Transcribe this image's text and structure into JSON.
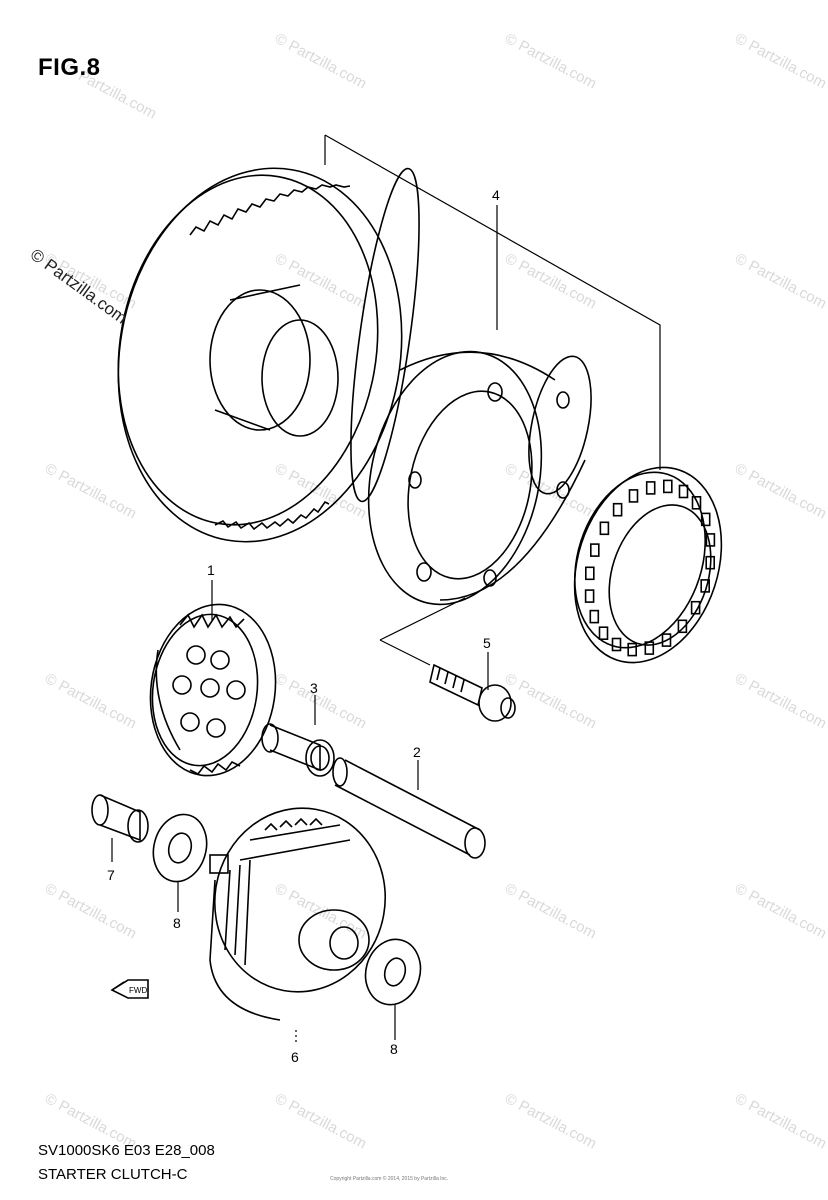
{
  "figure": {
    "title": "FIG.8",
    "model_code": "SV1000SK6 E03 E28_008",
    "subtitle": "STARTER CLUTCH-C",
    "watermark_corner": "© Partzilla.com",
    "watermark_text": "© Partzilla.com",
    "copyright_small": "Copyright Partzilla.com © 2014, 2015 by Partzilla Inc."
  },
  "callouts": [
    {
      "id": "4",
      "label": "4"
    },
    {
      "id": "1",
      "label": "1"
    },
    {
      "id": "5",
      "label": "5"
    },
    {
      "id": "3",
      "label": "3"
    },
    {
      "id": "2",
      "label": "2"
    },
    {
      "id": "7",
      "label": "7"
    },
    {
      "id": "8a",
      "label": "8"
    },
    {
      "id": "6",
      "label": "6"
    },
    {
      "id": "8b",
      "label": "8"
    }
  ],
  "direction_arrow": {
    "label": "FWD"
  }
}
